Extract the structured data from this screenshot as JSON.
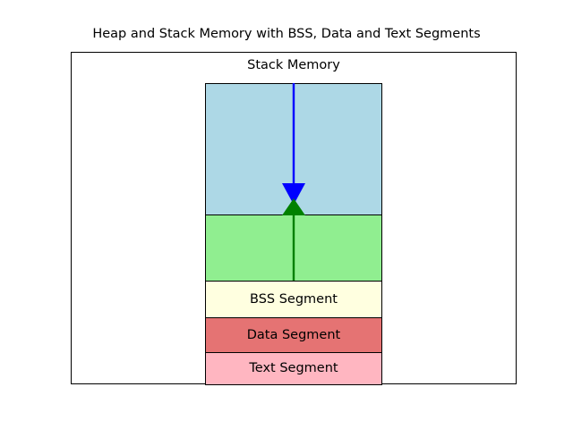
{
  "figure": {
    "title": "Heap and Stack Memory with BSS, Data and Text Segments",
    "background_color": "#ffffff",
    "frame_color": "#000000"
  },
  "diagram": {
    "stack_memory_label": "Stack Memory",
    "blocks": [
      {
        "name": "stack",
        "label": "",
        "color": "#add8e6",
        "edge_color": "#000000"
      },
      {
        "name": "heap",
        "label": "",
        "color": "#90ee90",
        "edge_color": "#000000"
      },
      {
        "name": "bss",
        "label": "BSS Segment",
        "color": "#ffffe0",
        "edge_color": "#000000"
      },
      {
        "name": "data",
        "label": "Data Segment",
        "color": "#e57373",
        "edge_color": "#000000"
      },
      {
        "name": "text",
        "label": "Text Segment",
        "color": "#ffb6c1",
        "edge_color": "#000000"
      }
    ],
    "arrows": [
      {
        "name": "stack-growth",
        "direction": "down",
        "color": "#0000ff"
      },
      {
        "name": "heap-growth",
        "direction": "up",
        "color": "#008000"
      }
    ]
  }
}
